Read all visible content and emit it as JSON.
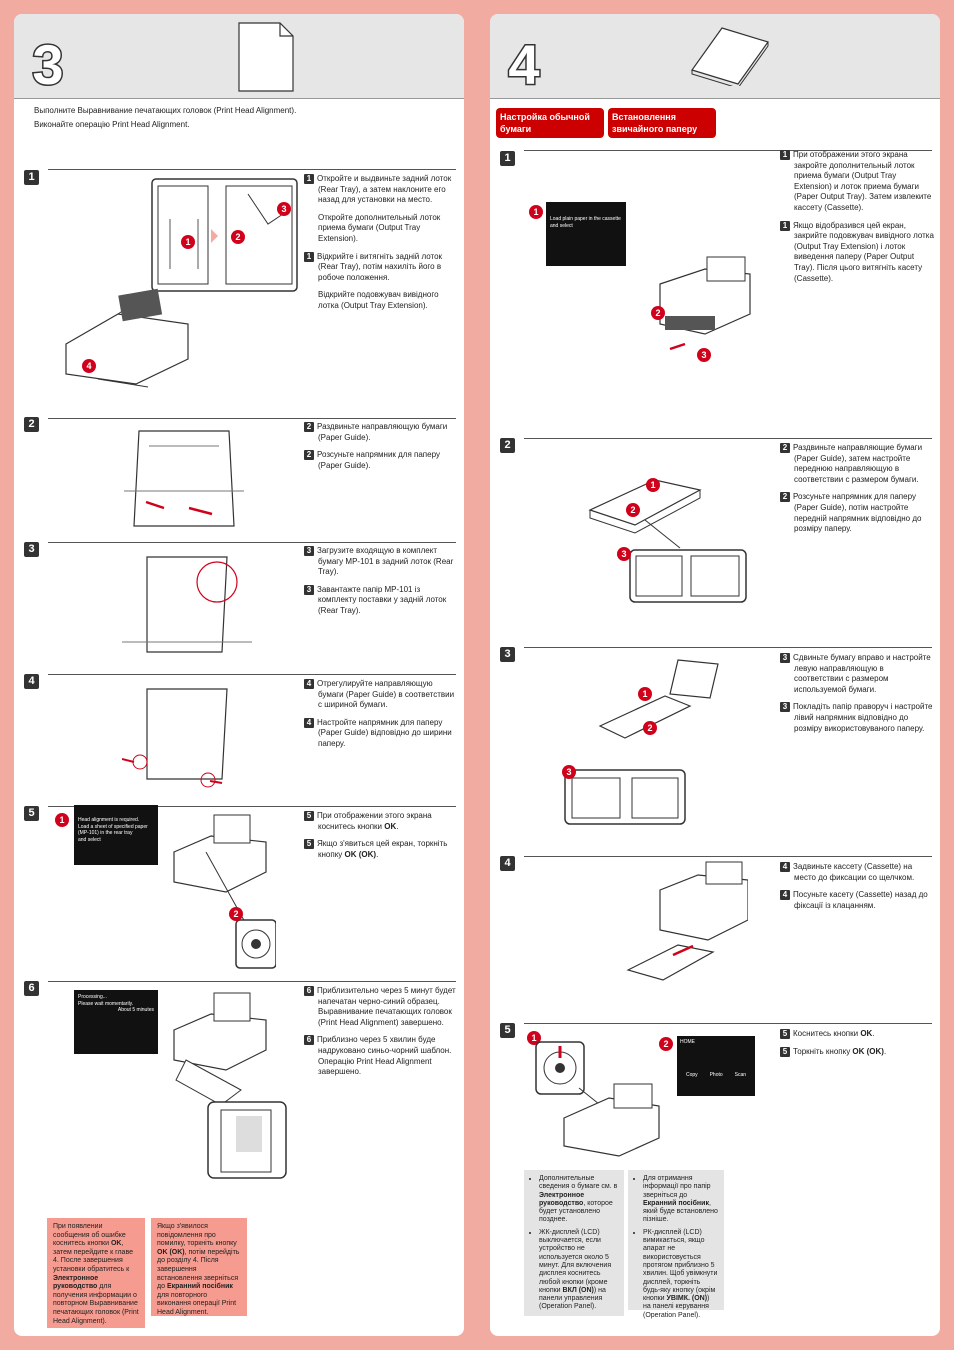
{
  "left": {
    "section_number": "3",
    "intro_ru": "Выполните Выравнивание печатающих головок (Print Head Alignment).",
    "intro_uk": "Виконайте операцію Print Head Alignment.",
    "steps": [
      {
        "num": "1",
        "ru": "Откройте и выдвиньте задний лоток (Rear Tray), а затем наклоните его назад для установки на место.",
        "ru2": "Откройте дополнительный лоток приема бумаги (Output Tray Extension).",
        "uk": "Відкрийте і витягніть задній лоток (Rear Tray), потім нахиліть його в робоче положення.",
        "uk2": "Відкрийте подовжувач вивідного лотка (Output Tray Extension)."
      },
      {
        "num": "2",
        "ru": "Раздвиньте направляющую бумаги (Paper Guide).",
        "uk": "Розсуньте напрямник для паперу (Paper Guide)."
      },
      {
        "num": "3",
        "ru": "Загрузите входящую в комплект бумагу MP-101 в задний лоток (Rear Tray).",
        "uk": "Завантажте папір MP-101 із комплекту поставки у задній лоток (Rear Tray)."
      },
      {
        "num": "4",
        "ru": "Отрегулируйте направляющую бумаги (Paper Guide) в соответствии с шириной бумаги.",
        "uk": "Настройте напрямник для паперу (Paper Guide) відповідно до ширини паперу."
      },
      {
        "num": "5",
        "ru_pre": "При отображении этого экрана коснитесь кнопки ",
        "ru_bold": "OK",
        "ru_post": ".",
        "uk_pre": "Якщо з'явиться цей екран, торкніть кнопку ",
        "uk_bold": "OK (OK)",
        "uk_post": "."
      },
      {
        "num": "6",
        "ru": "Приблизительно через 5 минут будет напечатан черно-синий образец. Выравнивание печатающих головок (Print Head Alignment) завершено.",
        "uk": "Приблизно через 5 хвилин буде надруковано синьо-чорний шаблон. Операцію Print Head Alignment завершено."
      }
    ],
    "lcd_step5": [
      "Head alignment is required.",
      "Load a sheet of specified paper",
      "(MP-101) in the rear tray",
      "and select"
    ],
    "lcd_step6": [
      "Processing...",
      "Please wait momentarily.",
      "About 5 minutes"
    ],
    "note_ru": {
      "t1": "При появлении сообщения об ошибке коснитесь кнопки ",
      "b1": "OK",
      "t2": ", затем перейдите к главе 4. После завершения установки обратитесь к ",
      "b2": "Электронное руководство",
      "t3": " для получения информации о повторном Выравнивание печатающих головок (Print Head Alignment)."
    },
    "note_uk": {
      "t1": "Якщо з'явилося повідомлення про помилку, торкніть кнопку ",
      "b1": "OK (OK)",
      "t2": ", потім перейдіть до розділу 4. Після завершення встановлення зверніться до ",
      "b2": "Екранний посібник",
      "t3": " для повторного виконання операції Print Head Alignment."
    }
  },
  "right": {
    "section_number": "4",
    "tag_ru": "Настройка обычной бумаги",
    "tag_uk": "Встановлення звичайного паперу",
    "steps": [
      {
        "num": "1",
        "ru": "При отображении этого экрана закройте дополнительный лоток приема бумаги (Output Tray Extension) и лоток приема бумаги (Paper Output Tray). Затем извлеките кассету (Cassette).",
        "uk": "Якщо відобразився цей екран, закрийте подовжувач вивідного лотка (Output Tray Extension) і лоток виведення паперу (Paper Output Tray). Після цього витягніть касету (Cassette)."
      },
      {
        "num": "2",
        "ru": "Раздвиньте направляющие бумаги (Paper Guide), затем настройте переднюю направляющую в соответствии с размером бумаги.",
        "uk": "Розсуньте напрямник для паперу (Paper Guide), потім настройте передній напрямник відповідно до розміру паперу."
      },
      {
        "num": "3",
        "ru": "Сдвиньте бумагу вправо и настройте левую направляющую в соответствии с размером используемой бумаги.",
        "uk": "Покладіть папір праворуч і настройте лівий напрямник відповідно до розміру використовуваного паперу."
      },
      {
        "num": "4",
        "ru": "Задвиньте кассету (Cassette) на место до фиксации со щелчком.",
        "uk": "Посуньте касету (Cassette) назад до фіксації із клацанням."
      },
      {
        "num": "5",
        "ru_pre": "Коснитесь кнопки ",
        "ru_bold": "OK",
        "ru_post": ".",
        "uk_pre": "Торкніть кнопку ",
        "uk_bold": "OK (OK)",
        "uk_post": "."
      }
    ],
    "lcd_step1": [
      "Load plain paper in the cassette",
      "and select"
    ],
    "lcd_home": {
      "title": "HOME",
      "items": [
        "Copy",
        "Photo",
        "Scan"
      ]
    },
    "note_ru": {
      "li1_pre": "Дополнительные сведения о бумаге см. в ",
      "li1_bold": "Электронное руководство",
      "li1_post": ", которое будет установлено позднее.",
      "li2_pre": "ЖК-дисплей (LCD) выключается, если устройство не используется около 5 минут. Для включения дисплея коснитесь любой кнопки (кроме кнопки ",
      "li2_bold": "ВКЛ (ON)",
      "li2_post": ") на панели управления (Operation Panel)."
    },
    "note_uk": {
      "li1_pre": "Для отримання інформації про папір зверніться до ",
      "li1_bold": "Екранний посібник",
      "li1_post": ", який буде встановлено пізніше.",
      "li2_pre": "РК-дисплей (LCD) вимикається, якщо апарат не використовується протягом приблизно 5 хвилин. Щоб увімкнути дисплей, торкніть будь-яку кнопку (окрім кнопки ",
      "li2_bold": "УВІМК. (ON)",
      "li2_post": ") на панелі керування (Operation Panel)."
    }
  },
  "colors": {
    "background": "#f2aba0",
    "accent_red": "#c00000",
    "note_pink": "#f59b8f",
    "note_gray": "#e4e4e4"
  }
}
